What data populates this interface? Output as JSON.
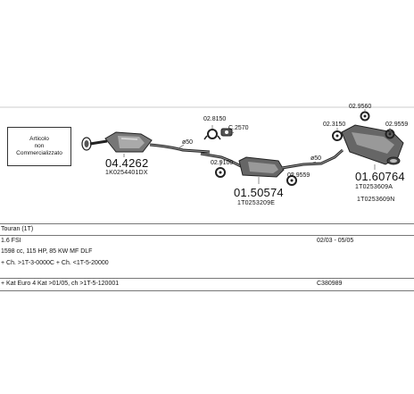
{
  "note_box": {
    "line1": "Articolo",
    "line2": "non",
    "line3": "Commercializzato"
  },
  "parts": {
    "p1": {
      "number": "04.4262",
      "oem": "1K0254401DX"
    },
    "p2": {
      "number": "01.50574",
      "oem": "1T0253209E"
    },
    "p3": {
      "number": "01.60764",
      "oem1": "1T0253609A",
      "oem2": "1T0253609N"
    }
  },
  "accessories": {
    "a1": "02.8150",
    "a2": "C.2570",
    "a3": "02.9100",
    "a4": "02.9559",
    "a5": "02.3150",
    "a6": "02.9560",
    "a7": "02.9559"
  },
  "dimensions": {
    "d1": "ø50",
    "d2": "ø50"
  },
  "table": {
    "rows": [
      {
        "left": "Touran (1T)",
        "right": ""
      },
      {
        "left": "1.6 FSI",
        "right": "02/03 - 05/05"
      },
      {
        "left": "1598 cc, 115 HP, 85 KW MF DLF",
        "right": ""
      },
      {
        "left": "+ Ch. >1T-3-0000C + Ch. <1T-5-20000",
        "right": ""
      },
      {
        "left": "+ Kat Euro 4 Kat >01/05, ch >1T-5-120001",
        "right": "C380989"
      }
    ]
  }
}
